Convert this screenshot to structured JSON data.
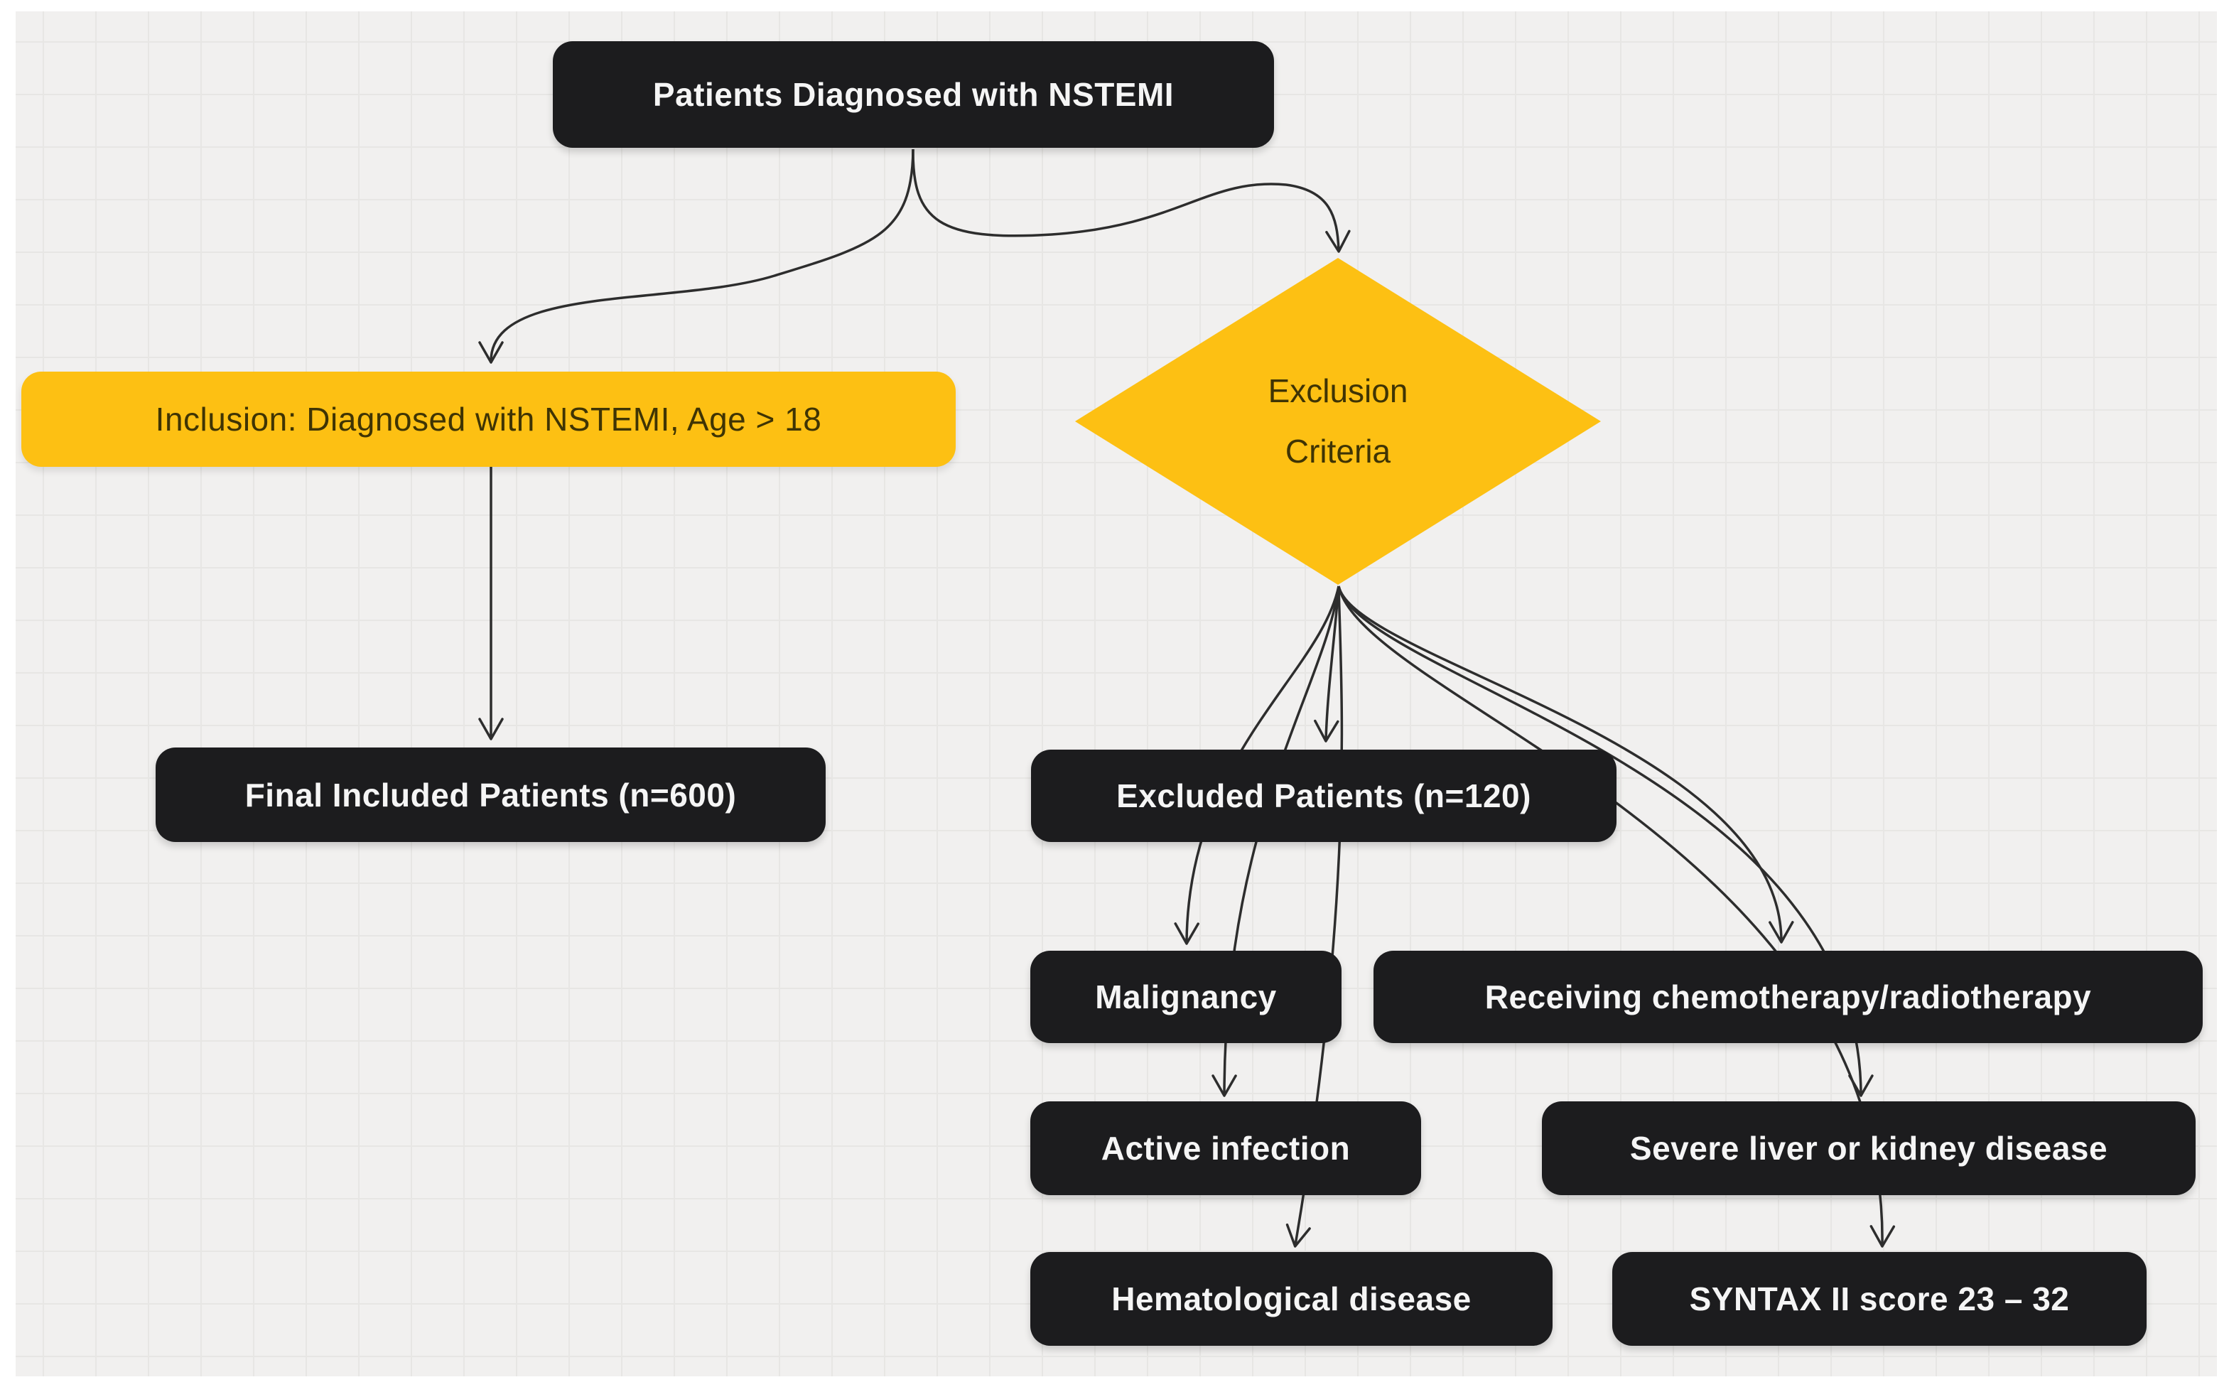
{
  "figure": {
    "type": "flowchart",
    "description": "Patient selection flow for NSTEMI study with inclusion and exclusion criteria"
  },
  "theme": {
    "page_bg": "#ffffff",
    "canvas_bg": "#f1f0ef",
    "grid_line": "#e7e6e4",
    "node_fill": "#1c1c1e",
    "node_text": "#f5f5f5",
    "accent_fill": "#fdc013",
    "accent_text": "#3f3404",
    "edge_color": "#2d2d2d"
  },
  "nodes": {
    "start": {
      "label": "Patients Diagnosed with NSTEMI",
      "shape": "rounded-rect",
      "fill": "black"
    },
    "inclusion": {
      "label": "Inclusion: Diagnosed with NSTEMI, Age > 18",
      "shape": "rounded-rect",
      "fill": "yellow"
    },
    "exclusion": {
      "label": "Exclusion Criteria",
      "shape": "diamond",
      "fill": "yellow"
    },
    "final_included": {
      "label": "Final Included Patients (n=600)",
      "shape": "rounded-rect",
      "fill": "black"
    },
    "excluded": {
      "label": "Excluded Patients (n=120)",
      "shape": "rounded-rect",
      "fill": "black"
    },
    "malignancy": {
      "label": "Malignancy",
      "shape": "rounded-rect",
      "fill": "black"
    },
    "chemo": {
      "label": "Receiving chemotherapy/radiotherapy",
      "shape": "rounded-rect",
      "fill": "black"
    },
    "active_infection": {
      "label": "Active infection",
      "shape": "rounded-rect",
      "fill": "black"
    },
    "severe_liver": {
      "label": "Severe liver or kidney disease",
      "shape": "rounded-rect",
      "fill": "black"
    },
    "hematological": {
      "label": "Hematological disease",
      "shape": "rounded-rect",
      "fill": "black"
    },
    "syntax_score": {
      "label": "SYNTAX II score 23 – 32",
      "shape": "rounded-rect",
      "fill": "black"
    }
  },
  "edges": [
    {
      "from": "start",
      "to": "inclusion"
    },
    {
      "from": "start",
      "to": "exclusion"
    },
    {
      "from": "inclusion",
      "to": "final_included"
    },
    {
      "from": "exclusion",
      "to": "excluded"
    },
    {
      "from": "exclusion",
      "to": "malignancy"
    },
    {
      "from": "exclusion",
      "to": "active_infection"
    },
    {
      "from": "exclusion",
      "to": "hematological"
    },
    {
      "from": "exclusion",
      "to": "chemo"
    },
    {
      "from": "exclusion",
      "to": "severe_liver"
    },
    {
      "from": "exclusion",
      "to": "syntax_score"
    }
  ]
}
